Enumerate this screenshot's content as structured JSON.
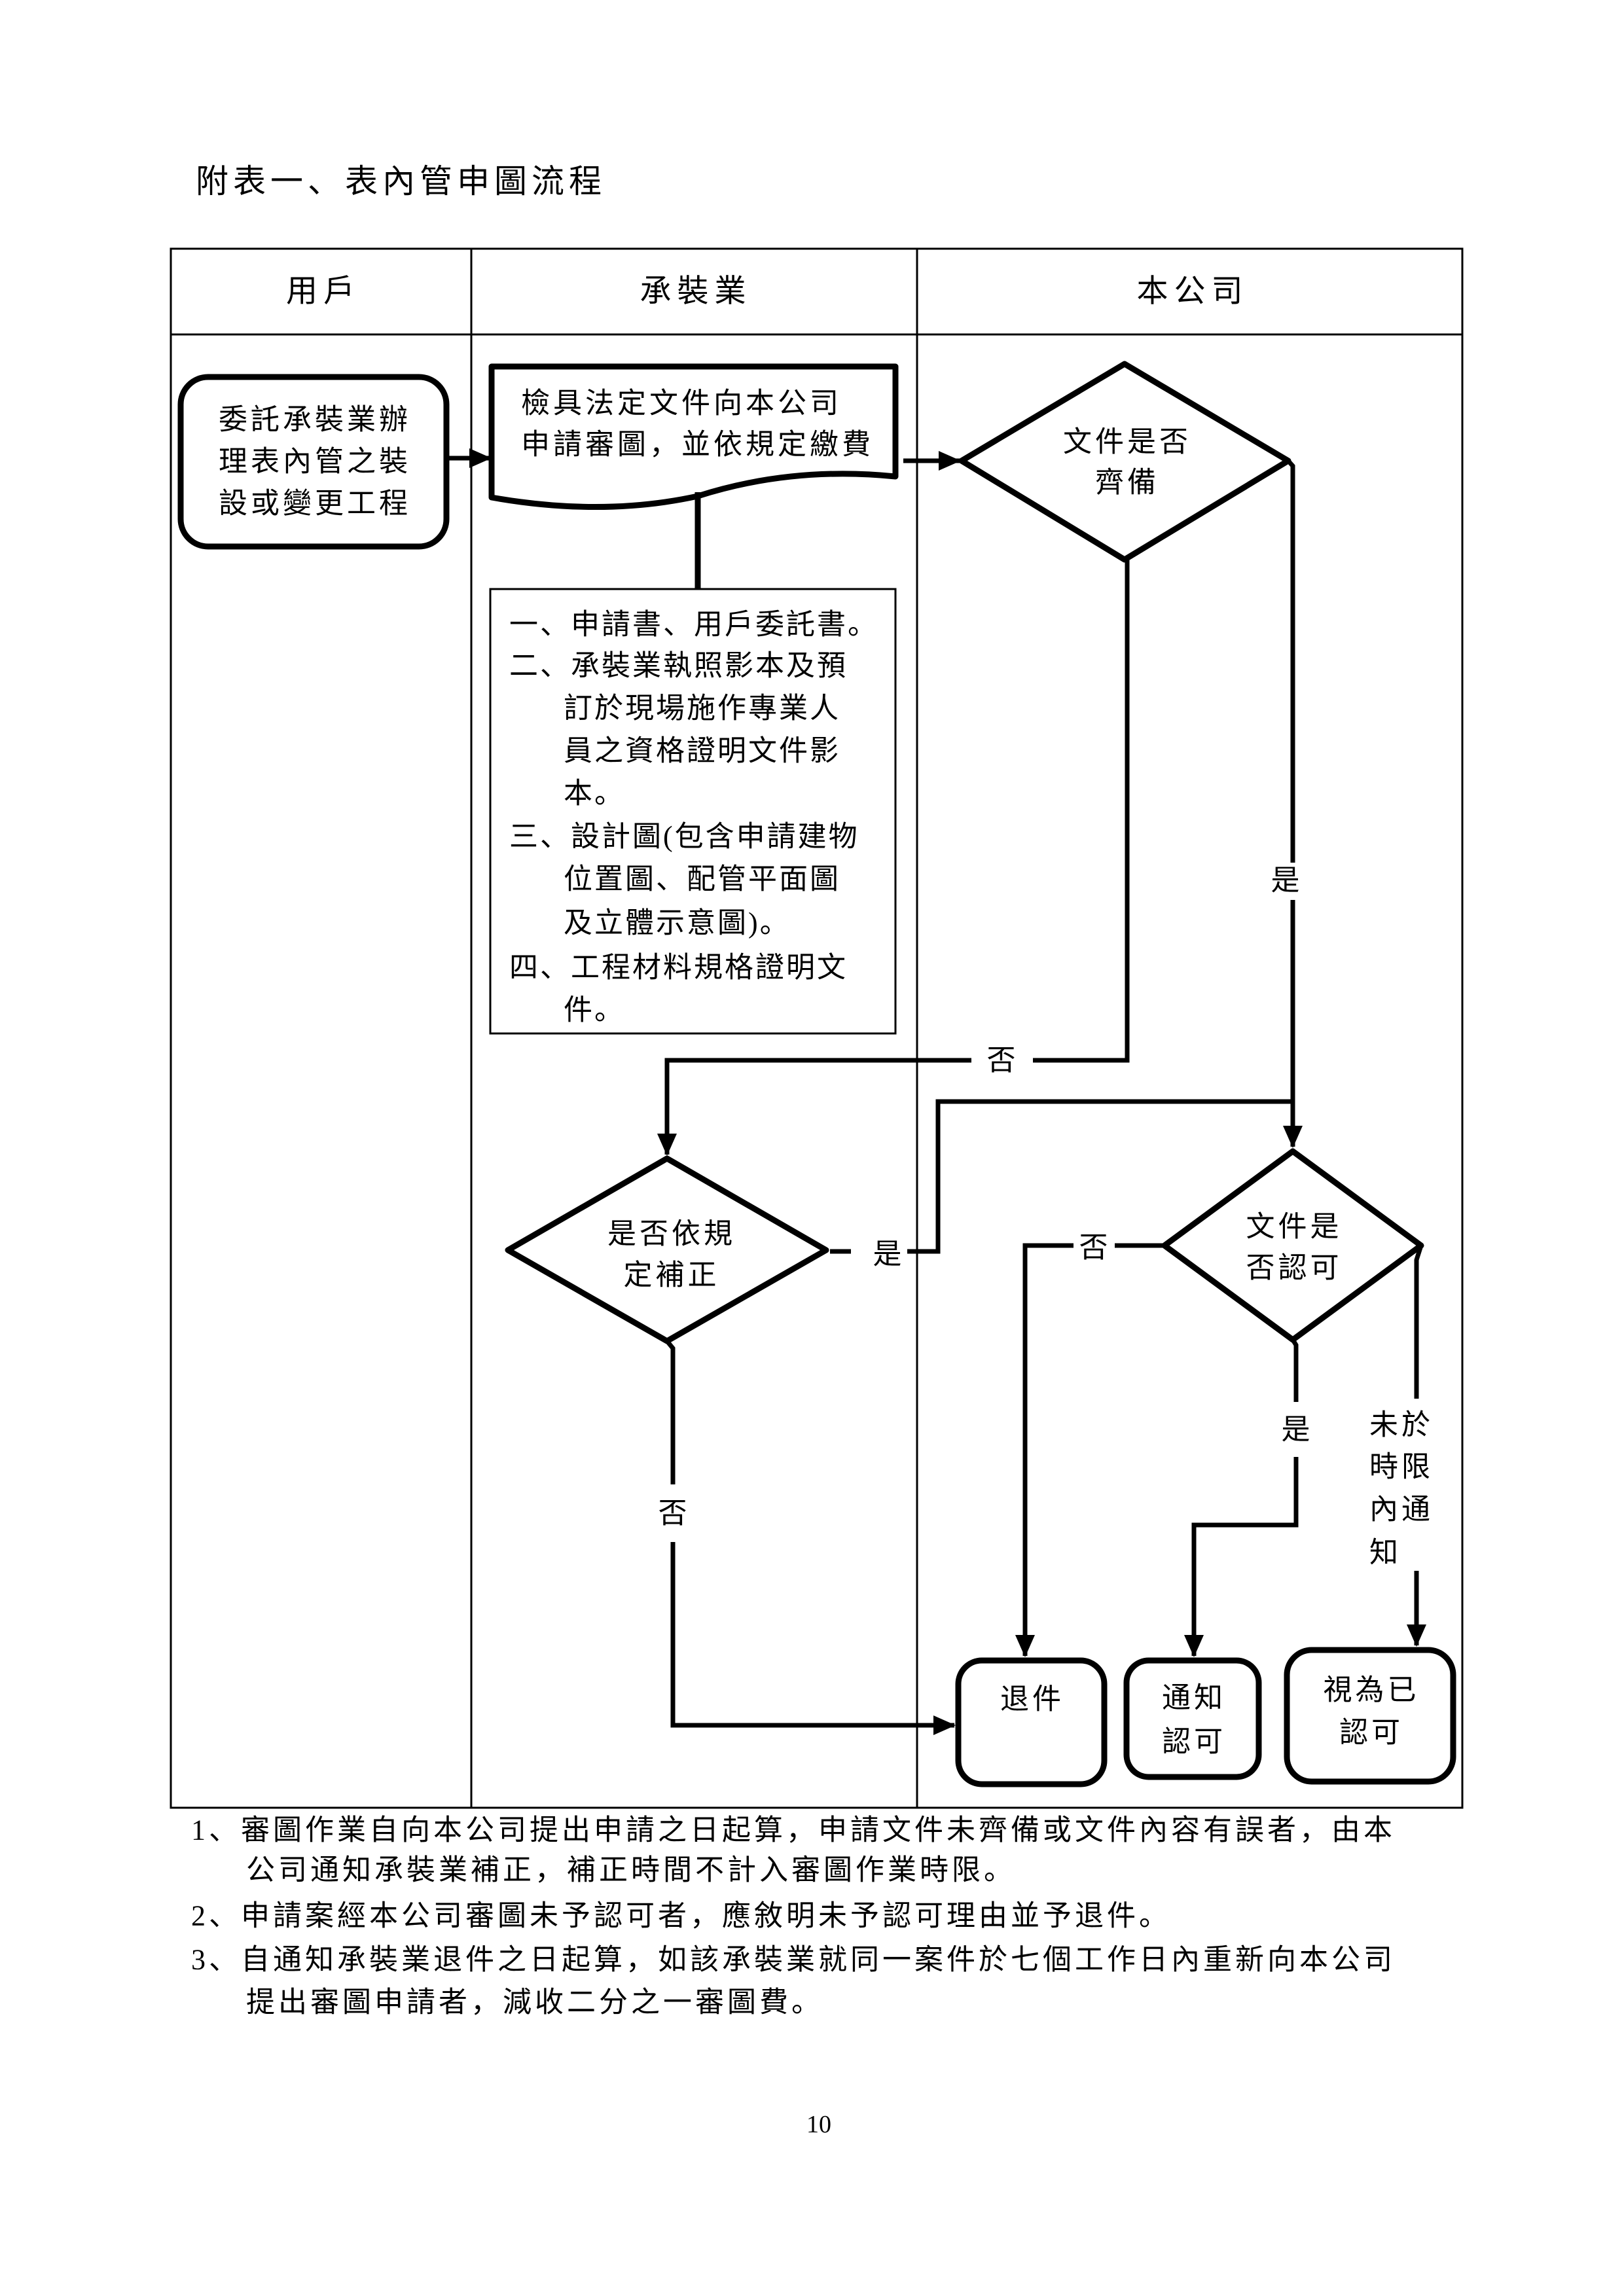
{
  "colors": {
    "ink": "#000000",
    "paper": "#ffffff"
  },
  "page": {
    "title": "附表一、表內管申圖流程",
    "page_number": "10"
  },
  "lanes": {
    "user": "用戶",
    "contractor": "承裝業",
    "company": "本公司"
  },
  "nodes": {
    "entrust": {
      "lines": [
        "委託承裝業辦",
        "理表內管之裝",
        "設或變更工程"
      ]
    },
    "submit": {
      "lines": [
        "檢具法定文件向本公司",
        "申請審圖，並依規定繳費"
      ]
    },
    "documents": {
      "lines": [
        "一、申請書、用戶委託書。",
        "二、承裝業執照影本及預",
        "訂於現場施作專業人",
        "員之資格證明文件影",
        "本。",
        "三、設計圖(包含申請建物",
        "位置圖、配管平面圖",
        "及立體示意圖)。",
        "四、工程材料規格證明文",
        "件。"
      ]
    },
    "check_complete": {
      "lines": [
        "文件是否",
        "齊備"
      ]
    },
    "check_corrected": {
      "lines": [
        "是否依規",
        "定補正"
      ]
    },
    "check_approved": {
      "lines": [
        "文件是",
        "否認可"
      ]
    },
    "return": {
      "lines": [
        "退件"
      ]
    },
    "notify_approval": {
      "lines": [
        "通知",
        "認可"
      ]
    },
    "deemed_approved": {
      "lines": [
        "視為已",
        "認可"
      ]
    }
  },
  "edge_labels": {
    "complete_no": "否",
    "complete_yes": "是",
    "corrected_yes": "是",
    "corrected_no": "否",
    "approved_no": "否",
    "approved_yes": "是",
    "not_notified": [
      "未於",
      "時限",
      "內通",
      "知"
    ]
  },
  "notes": [
    {
      "lines": [
        "1、審圖作業自向本公司提出申請之日起算，申請文件未齊備或文件內容有誤者，由本",
        "公司通知承裝業補正，補正時間不計入審圖作業時限。"
      ]
    },
    {
      "lines": [
        "2、申請案經本公司審圖未予認可者，應敘明未予認可理由並予退件。"
      ]
    },
    {
      "lines": [
        "3、自通知承裝業退件之日起算，如該承裝業就同一案件於七個工作日內重新向本公司",
        "提出審圖申請者，減收二分之一審圖費。"
      ]
    }
  ]
}
